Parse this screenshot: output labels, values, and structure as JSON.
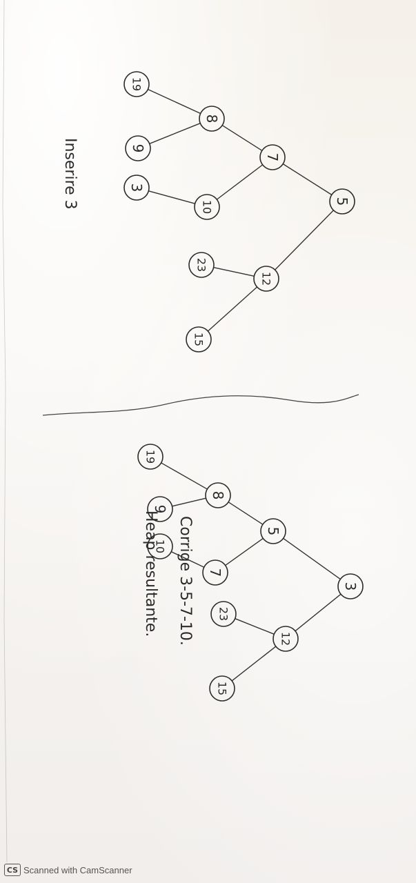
{
  "trees": [
    {
      "id": "top",
      "caption": "Inserire 3",
      "nodes": [
        {
          "key": "n5",
          "label": "5"
        },
        {
          "key": "n7",
          "label": "7"
        },
        {
          "key": "n12",
          "label": "12"
        },
        {
          "key": "n8",
          "label": "8"
        },
        {
          "key": "n10",
          "label": "10"
        },
        {
          "key": "n23",
          "label": "23"
        },
        {
          "key": "n15",
          "label": "15"
        },
        {
          "key": "n19",
          "label": "19"
        },
        {
          "key": "n9",
          "label": "9"
        },
        {
          "key": "n3",
          "label": "3"
        }
      ],
      "edges": [
        [
          "n5",
          "n7"
        ],
        [
          "n5",
          "n12"
        ],
        [
          "n7",
          "n8"
        ],
        [
          "n7",
          "n10"
        ],
        [
          "n12",
          "n23"
        ],
        [
          "n12",
          "n15"
        ],
        [
          "n8",
          "n19"
        ],
        [
          "n8",
          "n9"
        ],
        [
          "n10",
          "n3"
        ]
      ]
    },
    {
      "id": "bottom",
      "caption": "Corrige 3-5-7-10.",
      "caption2": "Heap resultante.",
      "nodes": [
        {
          "key": "b3",
          "label": "3"
        },
        {
          "key": "b5",
          "label": "5"
        },
        {
          "key": "b12",
          "label": "12"
        },
        {
          "key": "b8",
          "label": "8"
        },
        {
          "key": "b7",
          "label": "7"
        },
        {
          "key": "b23",
          "label": "23"
        },
        {
          "key": "b15",
          "label": "15"
        },
        {
          "key": "b19",
          "label": "19"
        },
        {
          "key": "b9",
          "label": "9"
        },
        {
          "key": "b10",
          "label": "10"
        }
      ],
      "edges": [
        [
          "b3",
          "b5"
        ],
        [
          "b3",
          "b12"
        ],
        [
          "b5",
          "b8"
        ],
        [
          "b5",
          "b7"
        ],
        [
          "b12",
          "b23"
        ],
        [
          "b12",
          "b15"
        ],
        [
          "b8",
          "b19"
        ],
        [
          "b8",
          "b9"
        ],
        [
          "b7",
          "b10"
        ]
      ]
    }
  ],
  "footer": {
    "logo": "CS",
    "text": "Scanned with CamScanner"
  }
}
